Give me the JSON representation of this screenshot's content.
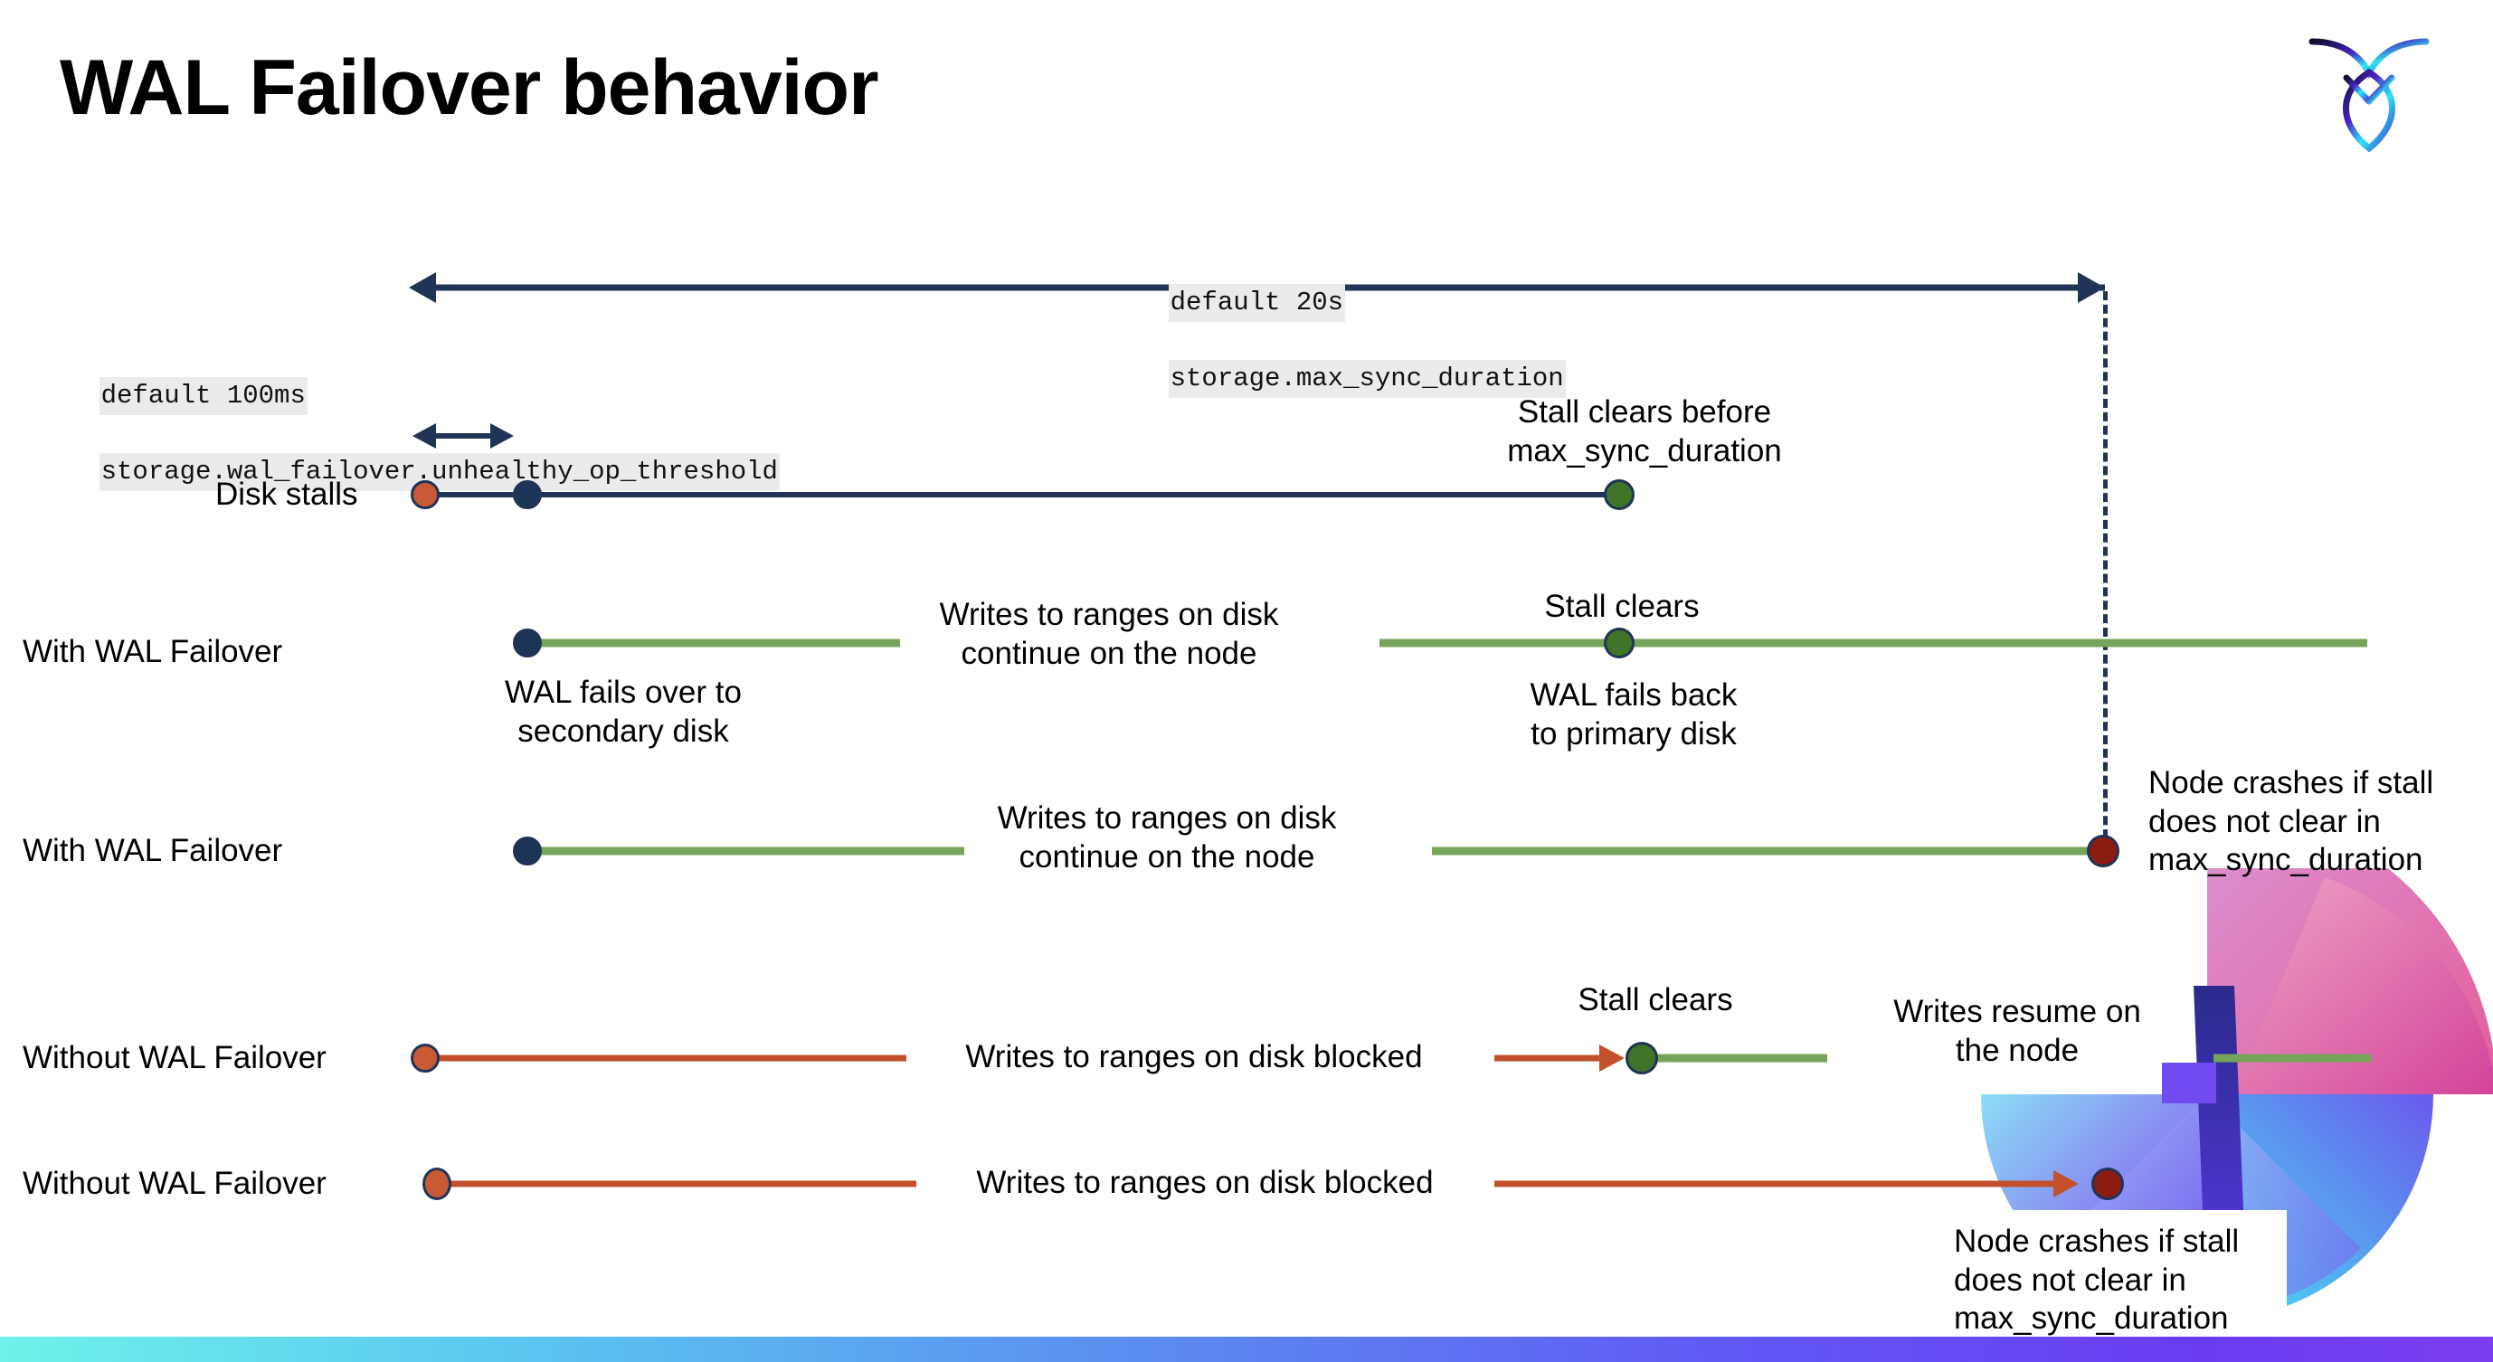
{
  "slide": {
    "title": "WAL Failover behavior",
    "logo_name": "cockroachdb-logo"
  },
  "settings": {
    "max_sync": {
      "default_line": "default 20s",
      "setting_line": "storage.max_sync_duration"
    },
    "unhealthy_op": {
      "default_line": "default 100ms",
      "setting_line": "storage.wal_failover.unhealthy_op_threshold"
    }
  },
  "rows": {
    "disk_stalls": {
      "label": "Disk stalls",
      "note_stall_clears": "Stall clears before\nmax_sync_duration"
    },
    "with_failover_recovers": {
      "label": "With WAL Failover",
      "note_failover": "WAL fails over to\nsecondary disk",
      "note_writes": "Writes to ranges on disk\ncontinue on the node",
      "note_stall_clears": "Stall clears",
      "note_fail_back": "WAL fails  back\nto primary disk"
    },
    "with_failover_crash": {
      "label": "With WAL Failover",
      "note_writes": "Writes to ranges on disk\ncontinue on the node",
      "note_crash": "Node crashes if stall\ndoes not clear in\nmax_sync_duration"
    },
    "without_failover_recovers": {
      "label": "Without WAL Failover",
      "note_blocked": "Writes to ranges on disk  blocked",
      "note_stall_clears": "Stall clears",
      "note_resume": "Writes resume on\nthe node"
    },
    "without_failover_crash": {
      "label": "Without WAL Failover",
      "note_blocked": "Writes to ranges on disk  blocked",
      "note_crash": "Node crashes if stall\ndoes not clear in\nmax_sync_duration"
    }
  },
  "colors": {
    "navy": "#1f3456",
    "green_line": "#76a45a",
    "red_line": "#c2502c",
    "dot_orange": "#c85a36",
    "dot_navy": "#1c3557",
    "dot_green": "#3f7429",
    "dot_darkred": "#8c1b12",
    "code_bg": "#ebebeb",
    "bottom_bar_start": "#6ef2ea",
    "bottom_bar_end": "#7b3ef0"
  }
}
